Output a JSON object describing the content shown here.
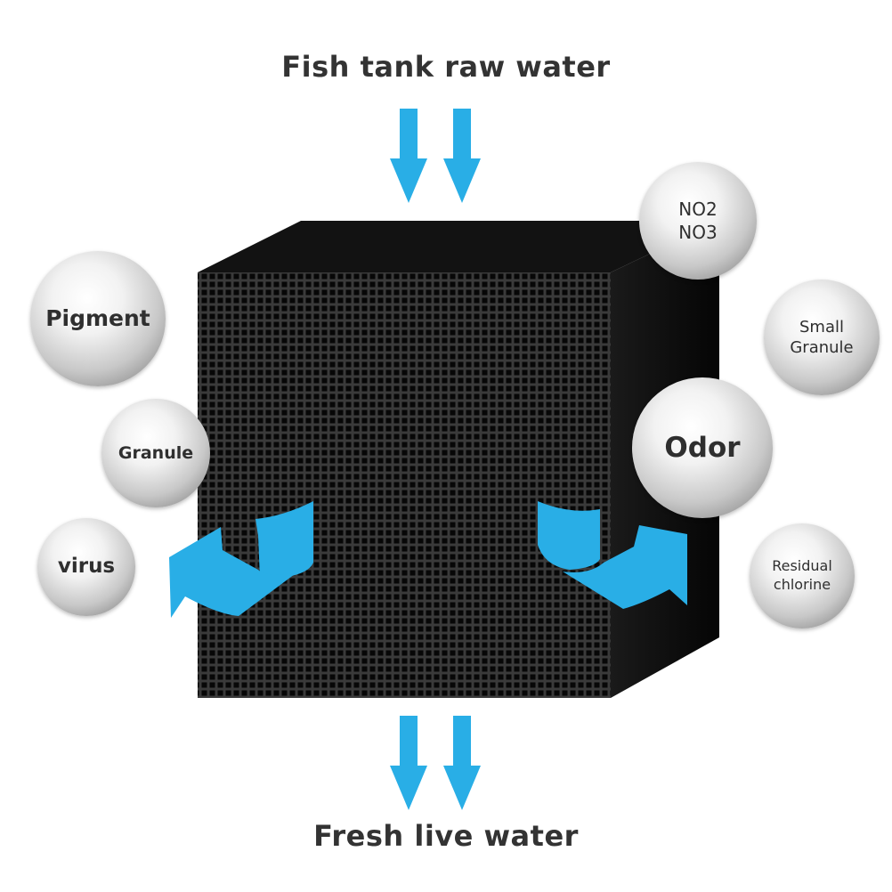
{
  "title_top": "Fish tank raw water",
  "title_bottom": "Fresh live water",
  "colors": {
    "arrow": "#29aee6",
    "cube_front": "#1c1c1c",
    "cube_top": "#111111",
    "cube_side": "#0c0c0c"
  },
  "icons": {
    "down_arrow": "down-arrow-icon",
    "curved_arrow": "curved-arrow-icon"
  },
  "labels": {
    "pigment": "Pigment",
    "granule": "Granule",
    "virus": "virus",
    "no2": "NO2",
    "no3": "NO3",
    "small": "Small",
    "small_granule": "Granule",
    "odor": "Odor",
    "residual": "Residual",
    "chlorine": "chlorine"
  }
}
